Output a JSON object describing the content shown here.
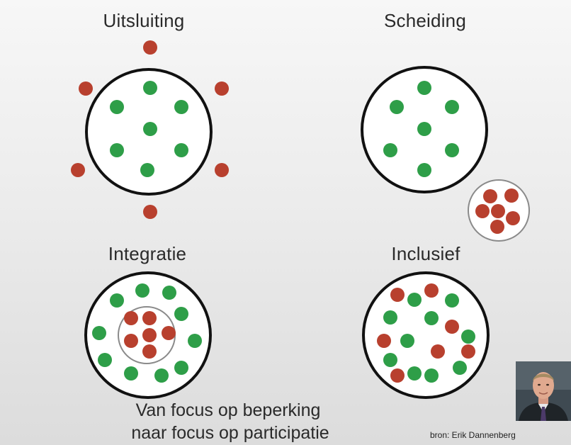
{
  "panels": [
    {
      "title": "Uitsluiting"
    },
    {
      "title": "Scheiding"
    },
    {
      "title": "Integratie"
    },
    {
      "title": "Inclusief"
    }
  ],
  "caption": {
    "line1": "Van focus op beperking",
    "line2": "naar focus op participatie"
  },
  "source": "bron: Erik Dannenberg",
  "colors": {
    "green": "#2e9e48",
    "red": "#b8402e",
    "ring": "#111111",
    "inner_ring": "#8a8a8a",
    "fill": "#ffffff"
  }
}
